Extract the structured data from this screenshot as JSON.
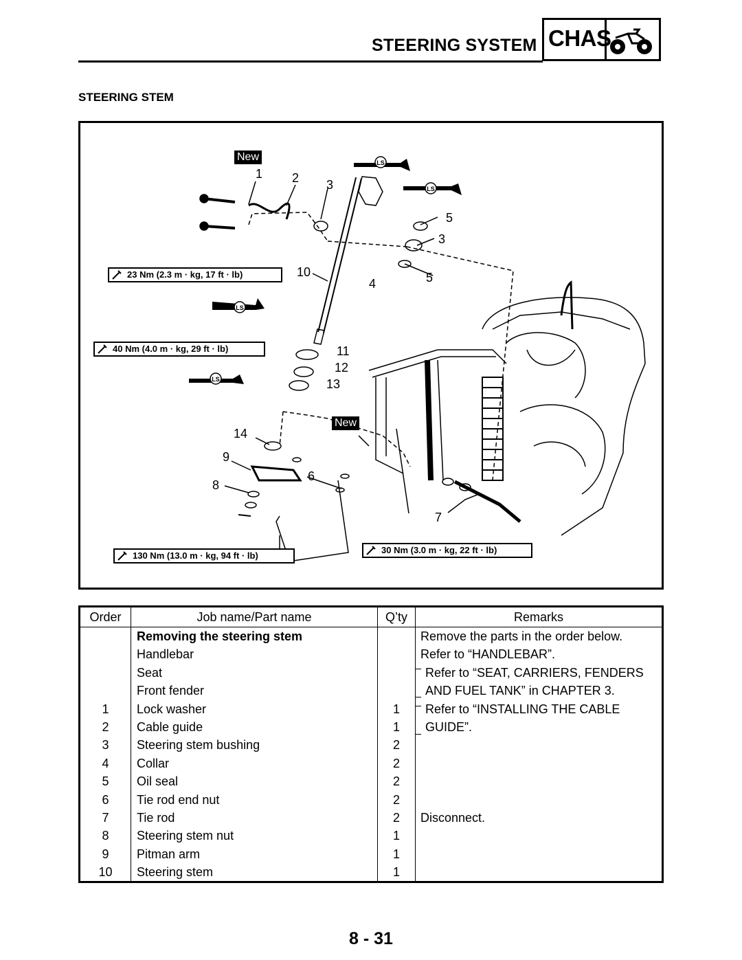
{
  "header": {
    "title": "STEERING SYSTEM",
    "badge": "CHAS",
    "badge_icon": "atv-icon"
  },
  "section": {
    "heading": "STEERING STEM"
  },
  "diagram": {
    "new_label": "New",
    "ls_label": "LS",
    "torques": [
      "23 Nm (2.3 m · kg, 17 ft · lb)",
      "40 Nm (4.0 m · kg, 29 ft · lb)",
      "130 Nm (13.0 m · kg, 94 ft · lb)",
      "30 Nm (3.0 m · kg, 22 ft · lb)"
    ],
    "callouts": [
      "1",
      "2",
      "3",
      "5",
      "3",
      "10",
      "4",
      "5",
      "11",
      "12",
      "13",
      "14",
      "9",
      "6",
      "8",
      "7"
    ]
  },
  "table": {
    "headers": {
      "order": "Order",
      "job": "Job name/Part name",
      "qty": "Q’ty",
      "remarks": "Remarks"
    },
    "rows": [
      {
        "order": "",
        "job": "Removing the steering stem",
        "qty": "",
        "remarks": "Remove the parts in the order below."
      },
      {
        "order": "",
        "job": "Handlebar",
        "qty": "",
        "remarks": "Refer to “HANDLEBAR”."
      },
      {
        "order": "",
        "job": "Seat",
        "qty": "",
        "remarks": "Refer to “SEAT, CARRIERS, FENDERS"
      },
      {
        "order": "",
        "job": "Front fender",
        "qty": "",
        "remarks": "AND FUEL TANK” in CHAPTER 3."
      },
      {
        "order": "1",
        "job": "Lock washer",
        "qty": "1",
        "remarks": "Refer to “INSTALLING THE CABLE"
      },
      {
        "order": "2",
        "job": "Cable guide",
        "qty": "1",
        "remarks": "GUIDE”."
      },
      {
        "order": "3",
        "job": "Steering stem bushing",
        "qty": "2",
        "remarks": ""
      },
      {
        "order": "4",
        "job": "Collar",
        "qty": "2",
        "remarks": ""
      },
      {
        "order": "5",
        "job": "Oil seal",
        "qty": "2",
        "remarks": ""
      },
      {
        "order": "6",
        "job": "Tie rod end nut",
        "qty": "2",
        "remarks": ""
      },
      {
        "order": "7",
        "job": "Tie rod",
        "qty": "2",
        "remarks": "Disconnect."
      },
      {
        "order": "8",
        "job": "Steering stem nut",
        "qty": "1",
        "remarks": ""
      },
      {
        "order": "9",
        "job": "Pitman arm",
        "qty": "1",
        "remarks": ""
      },
      {
        "order": "10",
        "job": "Steering stem",
        "qty": "1",
        "remarks": ""
      }
    ]
  },
  "footer": {
    "page_number": "8 - 31"
  }
}
